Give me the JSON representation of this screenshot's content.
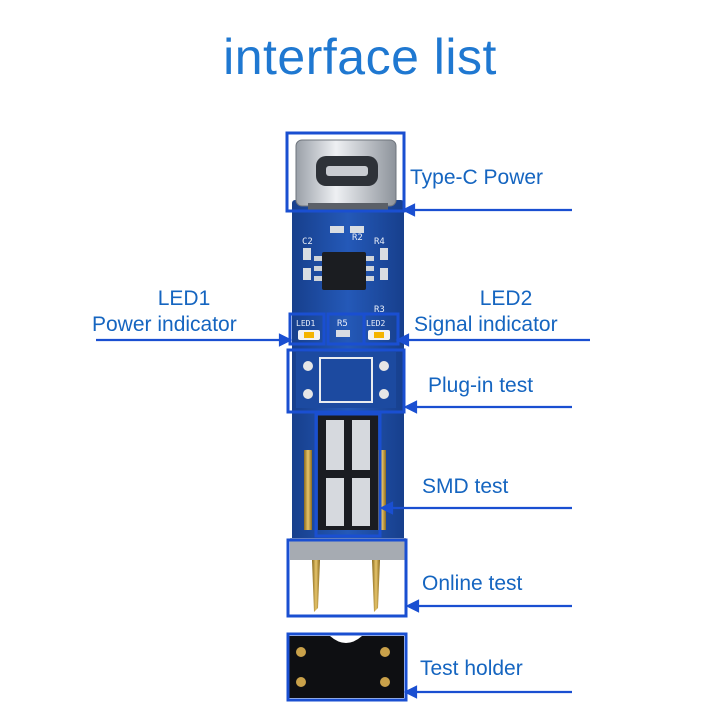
{
  "title": "interface list",
  "callouts": {
    "type_c": "Type-C Power",
    "led1_name": "LED1",
    "led1_desc": "Power indicator",
    "led2_name": "LED2",
    "led2_desc": "Signal indicator",
    "plug_in": "Plug-in test",
    "smd": "SMD test",
    "online": "Online test",
    "holder": "Test holder"
  },
  "board_labels": {
    "c2": "C2",
    "r2": "R2",
    "r4": "R4",
    "r3": "R3",
    "r5": "R5",
    "led1": "LED1",
    "led2": "LED2"
  },
  "colors": {
    "accent_blue": "#1f78d1",
    "label_blue": "#1565c0",
    "pcb_blue": "#1e4fa8",
    "outline": "#1a4fd1"
  }
}
